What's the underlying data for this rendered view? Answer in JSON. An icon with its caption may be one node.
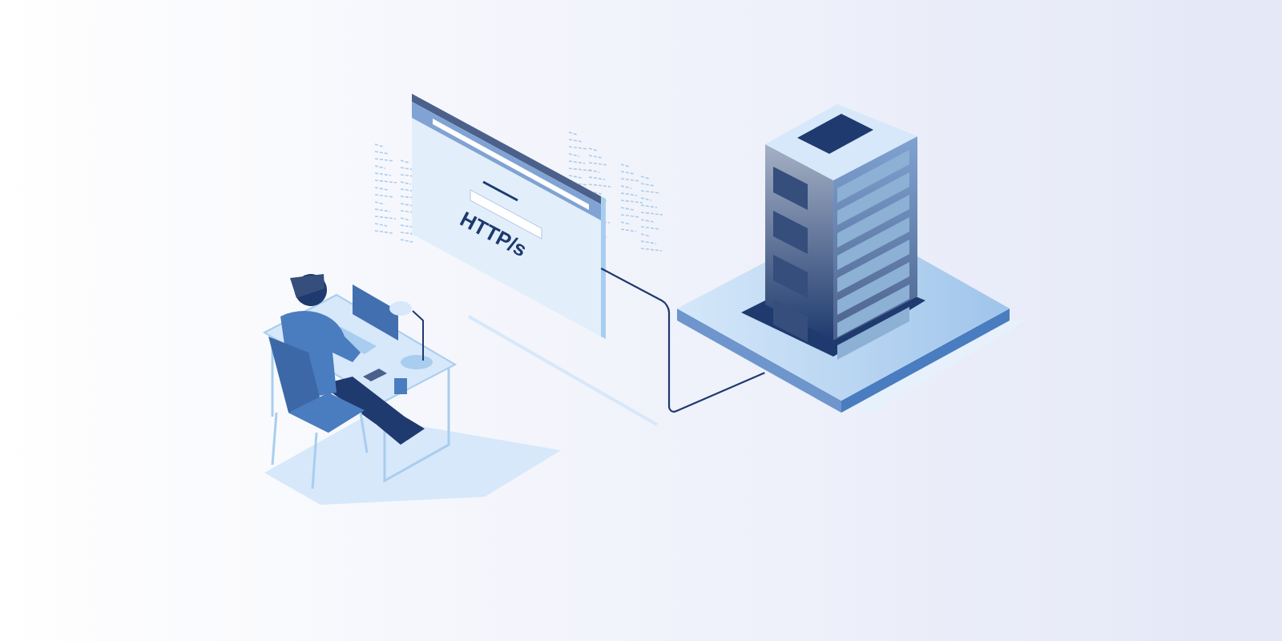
{
  "diagram": {
    "nodes": [
      {
        "text": [
          "HTTP/s"
        ]
      },
      {
        "text": [],
        "shape": "picture"
      }
    ],
    "edges": [
      {
        "from": 0,
        "to": 1,
        "arrow": "none"
      }
    ]
  }
}
